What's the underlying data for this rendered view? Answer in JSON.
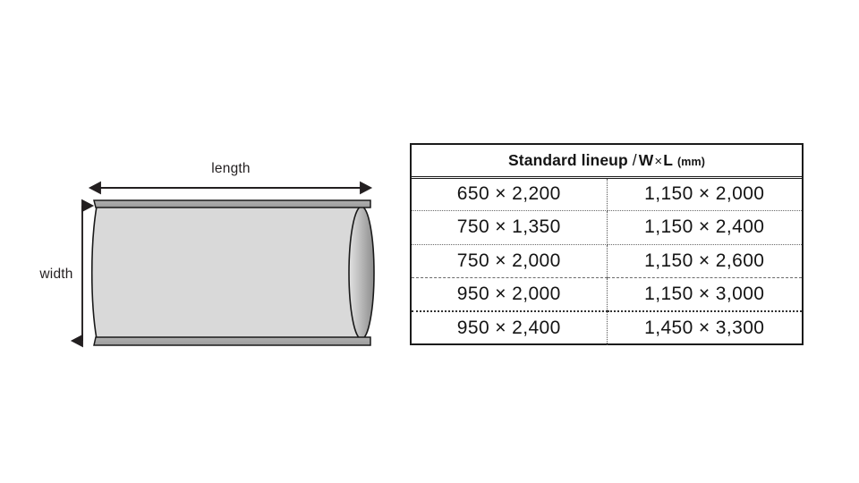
{
  "diagram": {
    "name": "roll-product-diagram",
    "shape": "cylindrical-roll",
    "length_label": "length",
    "width_label": "width",
    "colors": {
      "body_fill": "#d9d9d9",
      "edge_strip_fill": "#a6a6a6",
      "end_cap_light": "#dcdcdc",
      "end_cap_dark": "#8f8f8f",
      "outline": "#1a1a1a",
      "arrow": "#231f20"
    }
  },
  "table": {
    "title": {
      "main": "Standard lineup",
      "slash": "/",
      "w": "W",
      "times": "×",
      "l": "L",
      "unit": "(mm)"
    },
    "rows": [
      {
        "left": "650 × 2,200",
        "right": "1,150 × 2,000"
      },
      {
        "left": "750 × 1,350",
        "right": "1,150 × 2,400"
      },
      {
        "left": "750 × 2,000",
        "right": "1,150 × 2,600"
      },
      {
        "left": "950 × 2,000",
        "right": "1,150 × 3,000"
      },
      {
        "left": "950 × 2,400",
        "right": "1,450 × 3,300"
      }
    ],
    "colors": {
      "border": "#1b1b1b",
      "divider": "#555555",
      "text": "#141414"
    }
  }
}
